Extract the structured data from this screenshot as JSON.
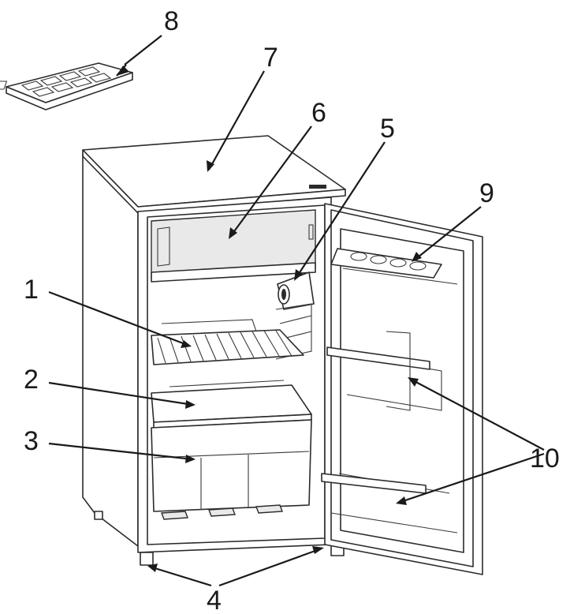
{
  "diagram": {
    "callouts": [
      {
        "id": "1",
        "label": "1"
      },
      {
        "id": "2",
        "label": "2"
      },
      {
        "id": "3",
        "label": "3"
      },
      {
        "id": "4",
        "label": "4"
      },
      {
        "id": "5",
        "label": "5"
      },
      {
        "id": "6",
        "label": "6"
      },
      {
        "id": "7",
        "label": "7"
      },
      {
        "id": "8",
        "label": "8"
      },
      {
        "id": "9",
        "label": "9"
      },
      {
        "id": "10",
        "label": "10"
      }
    ],
    "colors": {
      "line": "#2b2b2b",
      "background": "#ffffff",
      "shade": "#e9e9e9"
    }
  }
}
